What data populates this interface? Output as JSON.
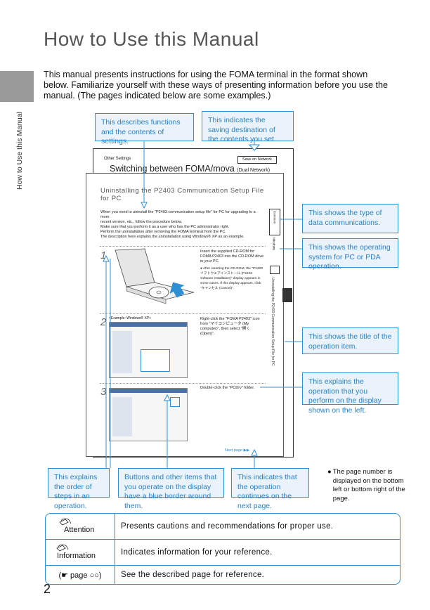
{
  "header": {
    "title": "How to Use this Manual"
  },
  "sidebar": {
    "label": "How to Use this Manual"
  },
  "intro": {
    "text": "This manual presents instructions for using the FOMA terminal in the format shown below. Familiarize yourself with these ways of presenting information before you use the manual. (The pages indicated below are some examples.)"
  },
  "callouts": {
    "functions": "This describes functions and the contents of settings.",
    "saving": "This indicates the saving destination of the contents you set.",
    "data_type": "This shows the type of data communications.",
    "os": "This shows the operating system for PC or PDA operation.",
    "op_title": "This shows the title of the operation item.",
    "explain": "This explains the operation that you perform on the display shown on the left.",
    "order": "This explains the order of steps in an operation.",
    "buttons": "Buttons and other items that you operate on the display have a blue border around them.",
    "continues": "This indicates that the operation continues on the next page."
  },
  "mock": {
    "breadcrumb": "Other Settings",
    "save_badge": "Save on Network",
    "section_title": "Switching between FOMA/mova",
    "section_sub": "(Dual Network)",
    "item_title_1": "Uninstalling the P2403 Communication Setup File",
    "item_title_2": "for PC",
    "desc_1": "When you need to uninstall the \"P2403 communication setup file\" for PC for upgrading to a more",
    "desc_2": "recent version, etc., follow the procedure below.",
    "desc_3": "Make sure that you perform it as a user who has the PC administrator right.",
    "desc_4": "Perform the uninstallation after removing the FOMA terminal from the PC.",
    "desc_5": "The description here explains the uninstallation using Windows® XP as an example.",
    "step1_num": "1",
    "step1_text": "Insert the supplied CD-ROM for FOMA P2403 into the CD-ROM drive in your PC.",
    "step1_note": "After inserting the CD-ROM, the \"P2403 ソフトウェアインストール (P2403 software installation)\" display appears in some cases. If this display appears, click \"キャンセル (Cancel)\".",
    "step2_num": "2",
    "step2_example": "<Example: Windows® XP>",
    "step2_text": "Right-click the \"FOMA P2403\" icon from \"マイコンピュータ (My computer)\", then select \"開く (Open)\".",
    "step3_num": "3",
    "step3_text": "Double-click the \"PCDrv\" folder.",
    "next_page": "Next page",
    "side_vertical": "Uninstalling the P2403 Communication Setup File for PC",
    "badge_common": "Common",
    "badge_os": "Windows"
  },
  "page_note": "The page number is displayed on the bottom left or bottom right of the page.",
  "reference": [
    {
      "key": "Attention",
      "value": "Presents cautions and recommendations for proper use."
    },
    {
      "key": "Information",
      "value": "Indicates information for your reference."
    },
    {
      "key": "(☛ page ○○)",
      "value": "See the described page for reference."
    }
  ],
  "page_number": "2",
  "colors": {
    "accent": "#2f8fd3",
    "callout_bg": "#eaf3fb",
    "tab_gray": "#9a9a9a"
  }
}
